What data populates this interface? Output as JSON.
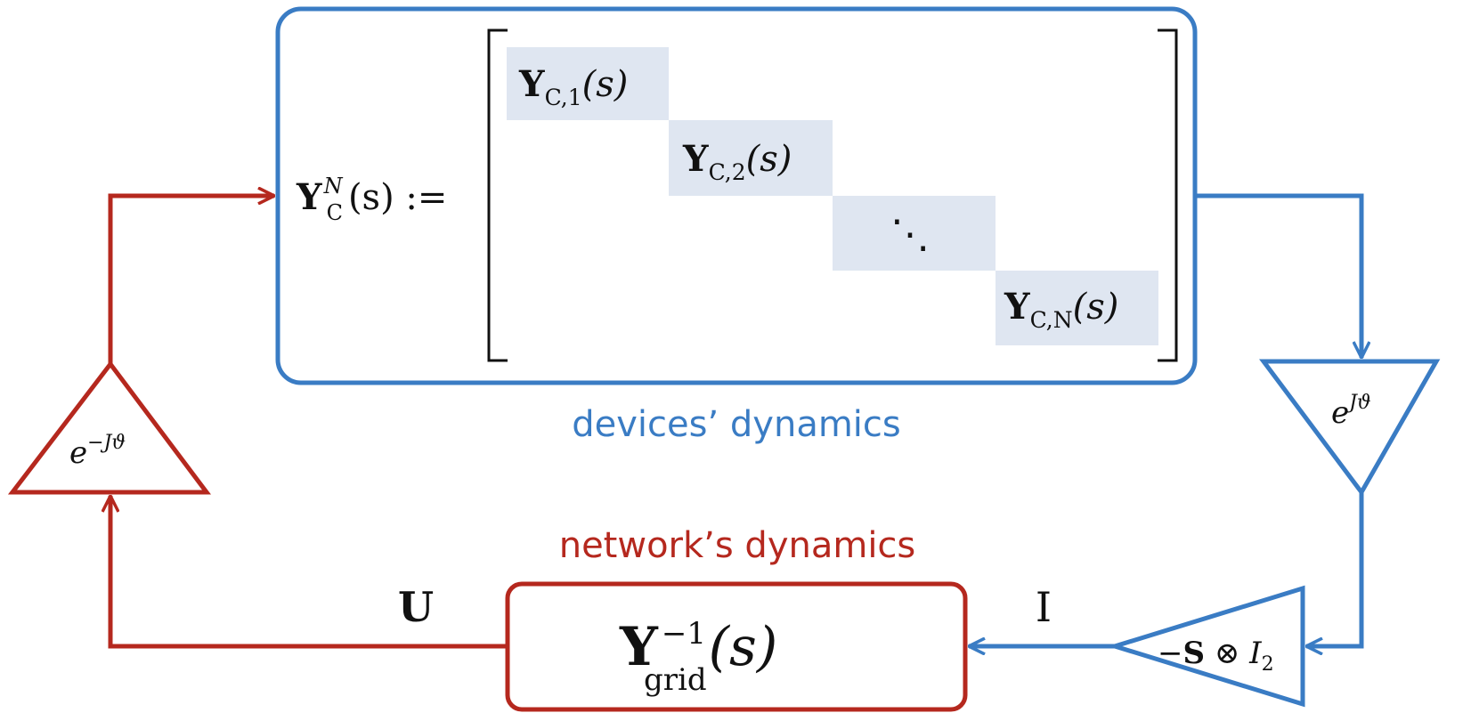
{
  "colors": {
    "blue": "#3a7cc4",
    "red": "#b5281e",
    "cell_bg": "#dfe6f1",
    "ink": "#111111"
  },
  "devices_block": {
    "caption": "devices’ dynamics",
    "lhs": {
      "sym": "Y",
      "sub": "C",
      "sup": "N",
      "arg": "(s) :="
    },
    "diag": [
      {
        "sym": "Y",
        "sub": "C,1",
        "arg": "(s)"
      },
      {
        "sym": "Y",
        "sub": "C,2",
        "arg": "(s)"
      },
      {
        "sym": "⋱"
      },
      {
        "sym": "Y",
        "sub": "C,N",
        "arg": "(s)"
      }
    ]
  },
  "network_block": {
    "caption": "network’s dynamics",
    "sym": "Y",
    "sup": "−1",
    "sub": "grid",
    "arg": "(s)"
  },
  "gains": {
    "rotate_forward": {
      "base": "e",
      "exp": "Jϑ"
    },
    "rotate_back": {
      "base": "e",
      "exp": "−Jϑ"
    },
    "coupling": {
      "neg": "−",
      "bold": "S",
      "op": " ⊗ ",
      "ital": "I",
      "sub": "2"
    }
  },
  "signals": {
    "current": "I",
    "voltage": "U"
  }
}
